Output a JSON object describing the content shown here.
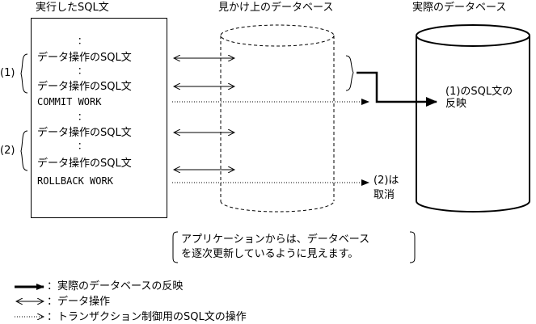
{
  "headers": {
    "executed_sql": "実行したSQL文",
    "apparent_db": "見かけ上のデータベース",
    "actual_db": "実際のデータベース"
  },
  "sql_box": {
    "ellipsis": "：",
    "data_op": "データ操作のSQL文",
    "commit": "COMMIT WORK",
    "rollback": "ROLLBACK WORK"
  },
  "groups": {
    "group1": "(1)",
    "group2": "(2)"
  },
  "results": {
    "reflect": "(1)のSQL文の反映",
    "cancel_line1": "(2)は",
    "cancel_line2": "取消"
  },
  "note": {
    "line1": "アプリケーションからは、データベース",
    "line2": "を逐次更新しているように見えます。"
  },
  "legend": {
    "reflect": "：実際のデータベースの反映",
    "data_op": "：データ操作",
    "tx_op": "：トランザクション制御用のSQL文の操作"
  },
  "colors": {
    "ink": "#000000",
    "background": "#ffffff"
  },
  "icons": {
    "reflect_arrow": "thick-arrow-icon",
    "data_op_arrow": "double-arrow-icon",
    "tx_arrow": "dotted-arrow-icon"
  }
}
